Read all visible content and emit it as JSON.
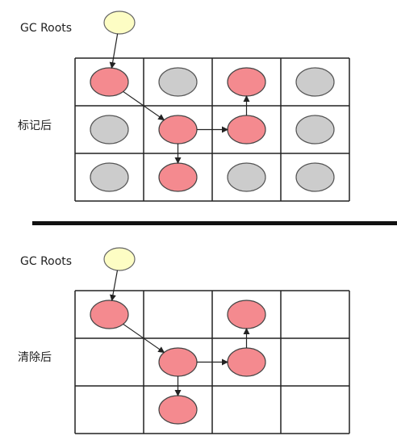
{
  "colors": {
    "root_fill": "#fdfdc4",
    "root_stroke": "#666666",
    "reachable_fill": "#f48a8f",
    "reachable_stroke": "#444444",
    "unreachable_fill": "#cccccc",
    "unreachable_stroke": "#555555",
    "grid_stroke": "#222222",
    "arrow_stroke": "#222222",
    "divider": "#111111"
  },
  "panels": [
    {
      "id": "top",
      "root_label": "GC Roots",
      "stage_label": "标记后",
      "grid": {
        "rows": 3,
        "cols": 4,
        "cells": [
          [
            "reachable",
            "unreachable",
            "reachable",
            "unreachable"
          ],
          [
            "unreachable",
            "reachable",
            "reachable",
            "unreachable"
          ],
          [
            "unreachable",
            "reachable",
            "unreachable",
            "unreachable"
          ]
        ]
      },
      "references": [
        {
          "from": "root",
          "to": [
            0,
            0
          ]
        },
        {
          "from": [
            0,
            0
          ],
          "to": [
            1,
            1
          ]
        },
        {
          "from": [
            1,
            1
          ],
          "to": [
            1,
            2
          ]
        },
        {
          "from": [
            1,
            2
          ],
          "to": [
            0,
            2
          ]
        },
        {
          "from": [
            1,
            1
          ],
          "to": [
            2,
            1
          ]
        }
      ]
    },
    {
      "id": "bottom",
      "root_label": "GC Roots",
      "stage_label": "清除后",
      "grid": {
        "rows": 3,
        "cols": 4,
        "cells": [
          [
            "reachable",
            "empty",
            "reachable",
            "empty"
          ],
          [
            "empty",
            "reachable",
            "reachable",
            "empty"
          ],
          [
            "empty",
            "reachable",
            "empty",
            "empty"
          ]
        ]
      },
      "references": [
        {
          "from": "root",
          "to": [
            0,
            0
          ]
        },
        {
          "from": [
            0,
            0
          ],
          "to": [
            1,
            1
          ]
        },
        {
          "from": [
            1,
            1
          ],
          "to": [
            1,
            2
          ]
        },
        {
          "from": [
            1,
            2
          ],
          "to": [
            0,
            2
          ]
        },
        {
          "from": [
            1,
            1
          ],
          "to": [
            2,
            1
          ]
        }
      ]
    }
  ]
}
